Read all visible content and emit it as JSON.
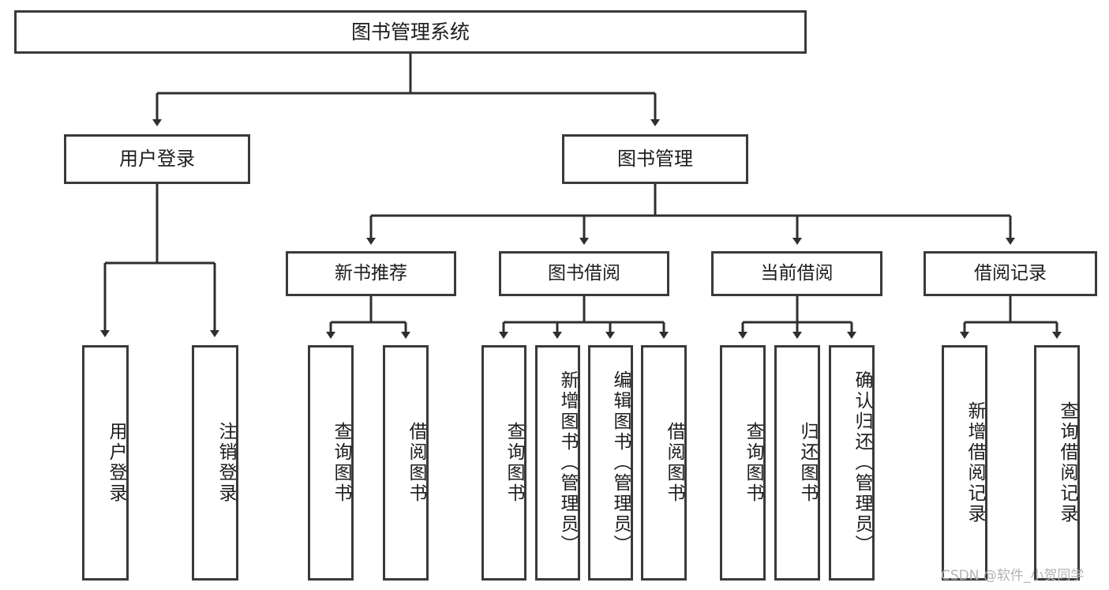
{
  "diagram": {
    "title": "图书管理系统",
    "type": "tree-hierarchy-chart",
    "watermark": "CSDN @软件_小贺同学"
  },
  "root": {
    "label": "图书管理系统"
  },
  "level2": [
    {
      "label": "用户登录"
    },
    {
      "label": "图书管理"
    }
  ],
  "level3": [
    {
      "label": "新书推荐"
    },
    {
      "label": "图书借阅"
    },
    {
      "label": "当前借阅"
    },
    {
      "label": "借阅记录"
    }
  ],
  "leaves": {
    "user_login": [
      {
        "label": "用户登录"
      },
      {
        "label": "注销登录"
      }
    ],
    "new_book_recommend": [
      {
        "label": "查询图书"
      },
      {
        "label": "借阅图书"
      }
    ],
    "book_borrow": [
      {
        "label": "查询图书"
      },
      {
        "label": "新增图书（管理员）"
      },
      {
        "label": "编辑图书（管理员）"
      },
      {
        "label": "借阅图书"
      }
    ],
    "current_borrow": [
      {
        "label": "查询图书"
      },
      {
        "label": "归还图书"
      },
      {
        "label": "确认归还（管理员）"
      }
    ],
    "borrow_records": [
      {
        "label": "新增借阅记录"
      },
      {
        "label": "查询借阅记录"
      }
    ]
  },
  "colors": {
    "border": "#3a3a3a",
    "background": "#ffffff",
    "text": "#1d1d1d",
    "watermark": "#b3b3b3"
  }
}
